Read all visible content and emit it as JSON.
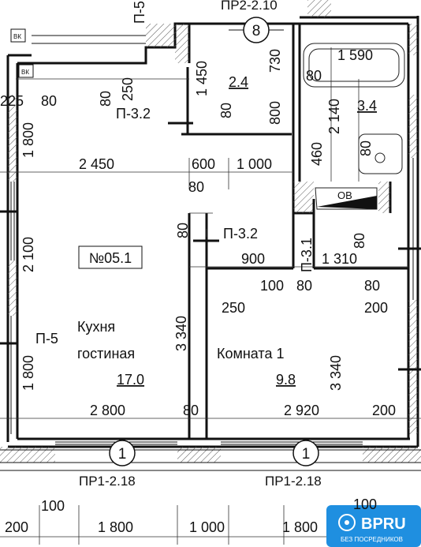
{
  "apartment_no": "№05.1",
  "axis_markers": {
    "top": "8",
    "bottom_left": "1",
    "bottom_right": "1"
  },
  "rooms": {
    "kitchen_name": [
      "Кухня",
      "гостиная"
    ],
    "kitchen_area": "17.0",
    "room_name": "Комната 1",
    "room_area": "9.8",
    "hall_area": "2.4",
    "bath_area": "3.4"
  },
  "openings": {
    "p32_top": "П-3.2",
    "p32_mid": "П-3.2",
    "p31": "П-3.1",
    "p5_top": "П-5",
    "p5_left": "П-5",
    "pr_top": "ПР2-2.10",
    "pr_bottom_left": "ПР1-2.18",
    "pr_bottom_right": "ПР1-2.18"
  },
  "equipment": {
    "vk_top": "ВК",
    "vk_left": "ВК",
    "ov": "ОВ"
  },
  "dimensions": {
    "d2450": "2 450",
    "d600": "600",
    "d1000": "1 000",
    "d80_a": "80",
    "d900": "900",
    "d1310": "1 310",
    "d100_a": "100",
    "d80_b": "80",
    "d80_c": "80",
    "d250_a": "250",
    "d200_a": "200",
    "d3340_a": "3 340",
    "d3340_b": "3 340",
    "d2800": "2 800",
    "d80_d": "80",
    "d2920": "2 920",
    "d200_b": "200",
    "d1800_v1": "1 800",
    "d2100_v": "2 100",
    "d1800_v2": "1 800",
    "d225": "225",
    "d80_e": "80",
    "d80_f": "80",
    "d250_b": "250",
    "d1450": "1 450",
    "d80_g": "80",
    "d730": "730",
    "d800": "800",
    "d1590": "1 590",
    "d80_h": "80",
    "d2140": "2 140",
    "d80_i": "80",
    "d460": "460",
    "d80_j": "80",
    "d80_k": "80",
    "b100_left": "100",
    "b100_right": "100",
    "b200": "200",
    "b1800_a": "1 800",
    "b1000": "1 000",
    "b1800_b": "1 800"
  },
  "logo": {
    "brand": "BPRU",
    "tagline": "БЕЗ ПОСРЕДНИКОВ"
  },
  "colors": {
    "wall": "#111111",
    "hatch": "#555555",
    "logo_bg": "#1f8fe0"
  }
}
